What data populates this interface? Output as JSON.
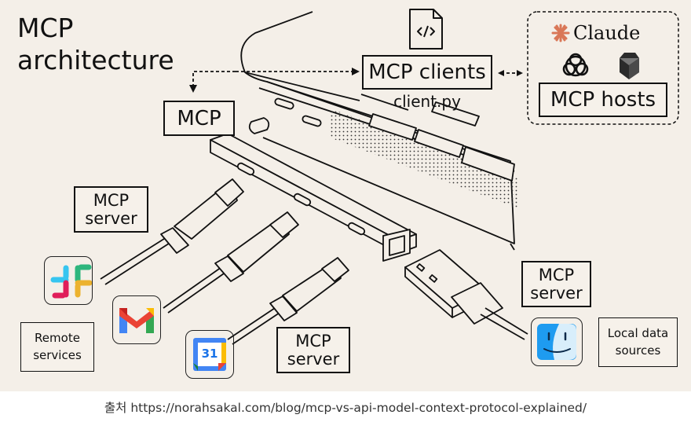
{
  "diagram": {
    "title_line1": "MCP",
    "title_line2": "architecture",
    "mcp_label": "MCP",
    "clients_label": "MCP clients",
    "client_file": "client.py",
    "hosts_label": "MCP hosts",
    "claude_label": "Claude",
    "server_label_top_line1": "MCP",
    "server_label_top_line2": "server",
    "server_label_bottom_line1": "MCP",
    "server_label_bottom_line2": "server",
    "server_label_right_line1": "MCP",
    "server_label_right_line2": "server",
    "remote_line1": "Remote",
    "remote_line2": "services",
    "local_line1": "Local data",
    "local_line2": "sources",
    "calendar_day": "31",
    "icons": [
      "code-file-icon",
      "claude-logo-icon",
      "openai-logo-icon",
      "perplexity-logo-icon",
      "slack-logo-icon",
      "gmail-logo-icon",
      "google-calendar-icon",
      "finder-icon"
    ]
  },
  "caption": "출처 https://norahsakal.com/blog/mcp-vs-api-model-context-protocol-explained/"
}
